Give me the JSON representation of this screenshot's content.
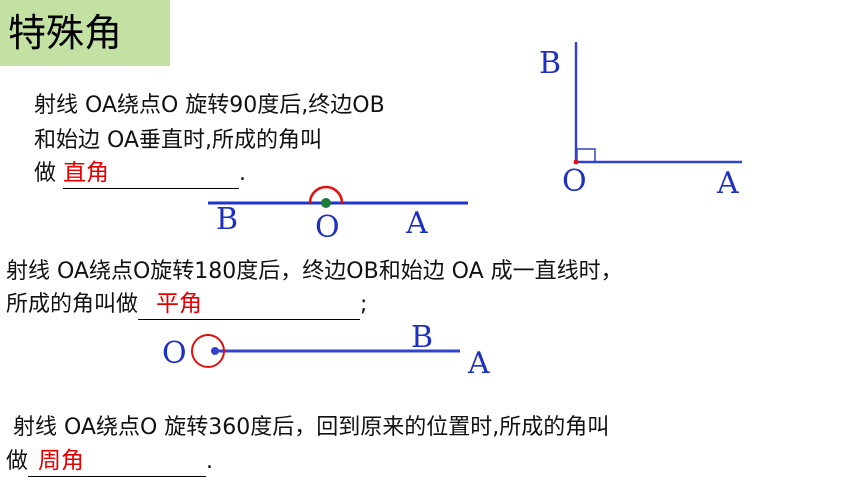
{
  "title": "特殊角",
  "para1": {
    "line1": "  射线 OA绕点O 旋转90度后,终边OB",
    "line2": "和始边 OA垂直时,所成的角叫",
    "line3_prefix": "做 ",
    "answer": "直角",
    "line3_suffix": "."
  },
  "para2": {
    "line1": "射线 OA绕点O旋转180度后，终边OB和始边 OA 成一直线时，",
    "line2_prefix": "所成的角叫做",
    "answer": "平角",
    "line2_suffix": ";"
  },
  "para3": {
    "line1": " 射线 OA绕点O 旋转360度后，回到原来的位置时,所成的角叫",
    "line2_prefix": "做",
    "answer": "周角",
    "line2_suffix": "."
  },
  "figure_right": {
    "b": "B",
    "o": "O",
    "a": "A"
  },
  "figure_straight": {
    "b": "B",
    "o": "O",
    "a": "A"
  },
  "figure_full": {
    "o": "O",
    "b": "B",
    "a": "A"
  },
  "colors": {
    "title_bg": "#c4e1a4",
    "answer": "#e60000",
    "diagram_line": "#3344cc",
    "arc": "#e01010"
  }
}
